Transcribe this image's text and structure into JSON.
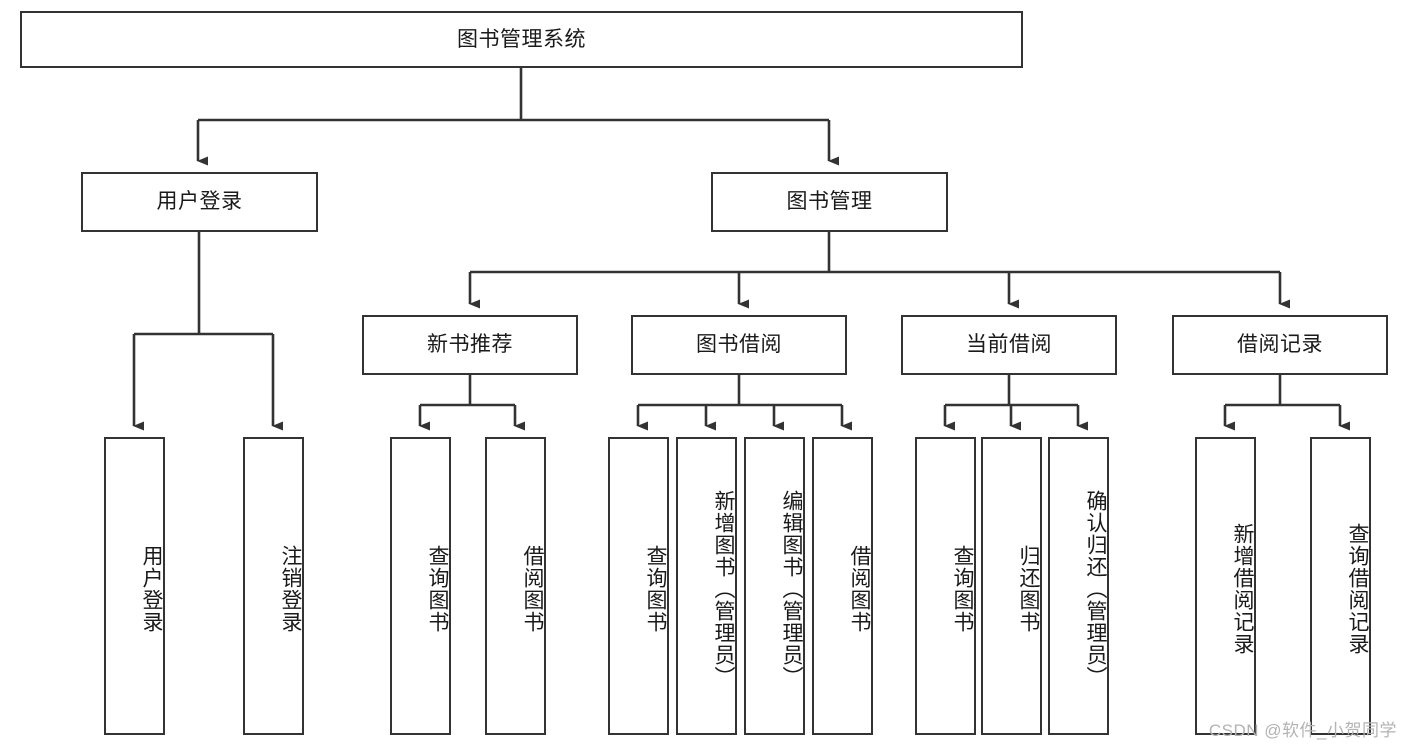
{
  "diagram": {
    "type": "tree",
    "title": "图书管理系统",
    "root": {
      "label": "图书管理系统"
    },
    "level1": [
      {
        "label": "用户登录"
      },
      {
        "label": "图书管理"
      }
    ],
    "level2": [
      {
        "label": "新书推荐"
      },
      {
        "label": "图书借阅"
      },
      {
        "label": "当前借阅"
      },
      {
        "label": "借阅记录"
      }
    ],
    "leaves": {
      "user_login": [
        {
          "label": "用户登录"
        },
        {
          "label": "注销登录"
        }
      ],
      "new_book_recommend": [
        {
          "label": "查询图书"
        },
        {
          "label": "借阅图书"
        }
      ],
      "book_borrow": [
        {
          "label": "查询图书"
        },
        {
          "label": "新增图书（管理员）"
        },
        {
          "label": "编辑图书（管理员）"
        },
        {
          "label": "借阅图书"
        }
      ],
      "current_borrow": [
        {
          "label": "查询图书"
        },
        {
          "label": "归还图书"
        },
        {
          "label": "确认归还（管理员）"
        }
      ],
      "borrow_record": [
        {
          "label": "新增借阅记录"
        },
        {
          "label": "查询借阅记录"
        }
      ]
    }
  },
  "watermark": {
    "text": "CSDN @软件_小贺同学"
  },
  "colors": {
    "border": "#333333",
    "background": "#ffffff",
    "text": "#1a1a1a",
    "watermark": "#b3b3b3"
  }
}
